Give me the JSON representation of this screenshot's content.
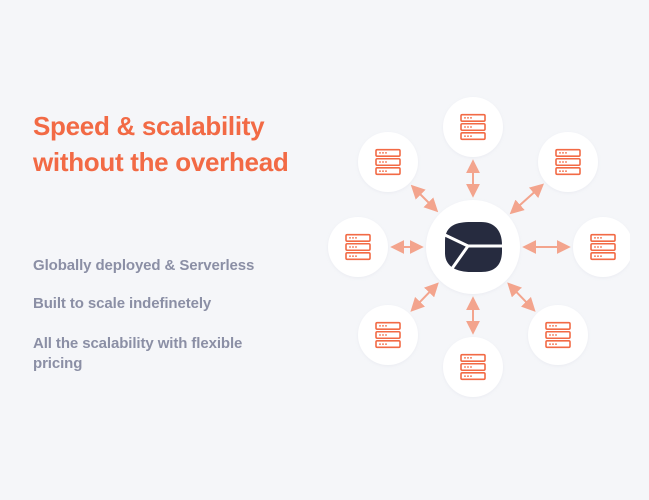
{
  "hero": {
    "headline": "Speed & scalability without the overhead"
  },
  "features": [
    "Globally deployed & Serverless",
    "Built to scale indefinetely",
    "All the scalability with flexible pricing"
  ],
  "diagram": {
    "hub_icon": "logo-mark-icon",
    "node_icon": "server-rack-icon",
    "node_count": 8
  },
  "colors": {
    "accent": "#f26a45",
    "text_muted": "#8b8fa5",
    "hub_dark": "#262b3f",
    "arrow": "#f3a48d",
    "background": "#f5f6f9",
    "node_fill": "#ffffff"
  }
}
